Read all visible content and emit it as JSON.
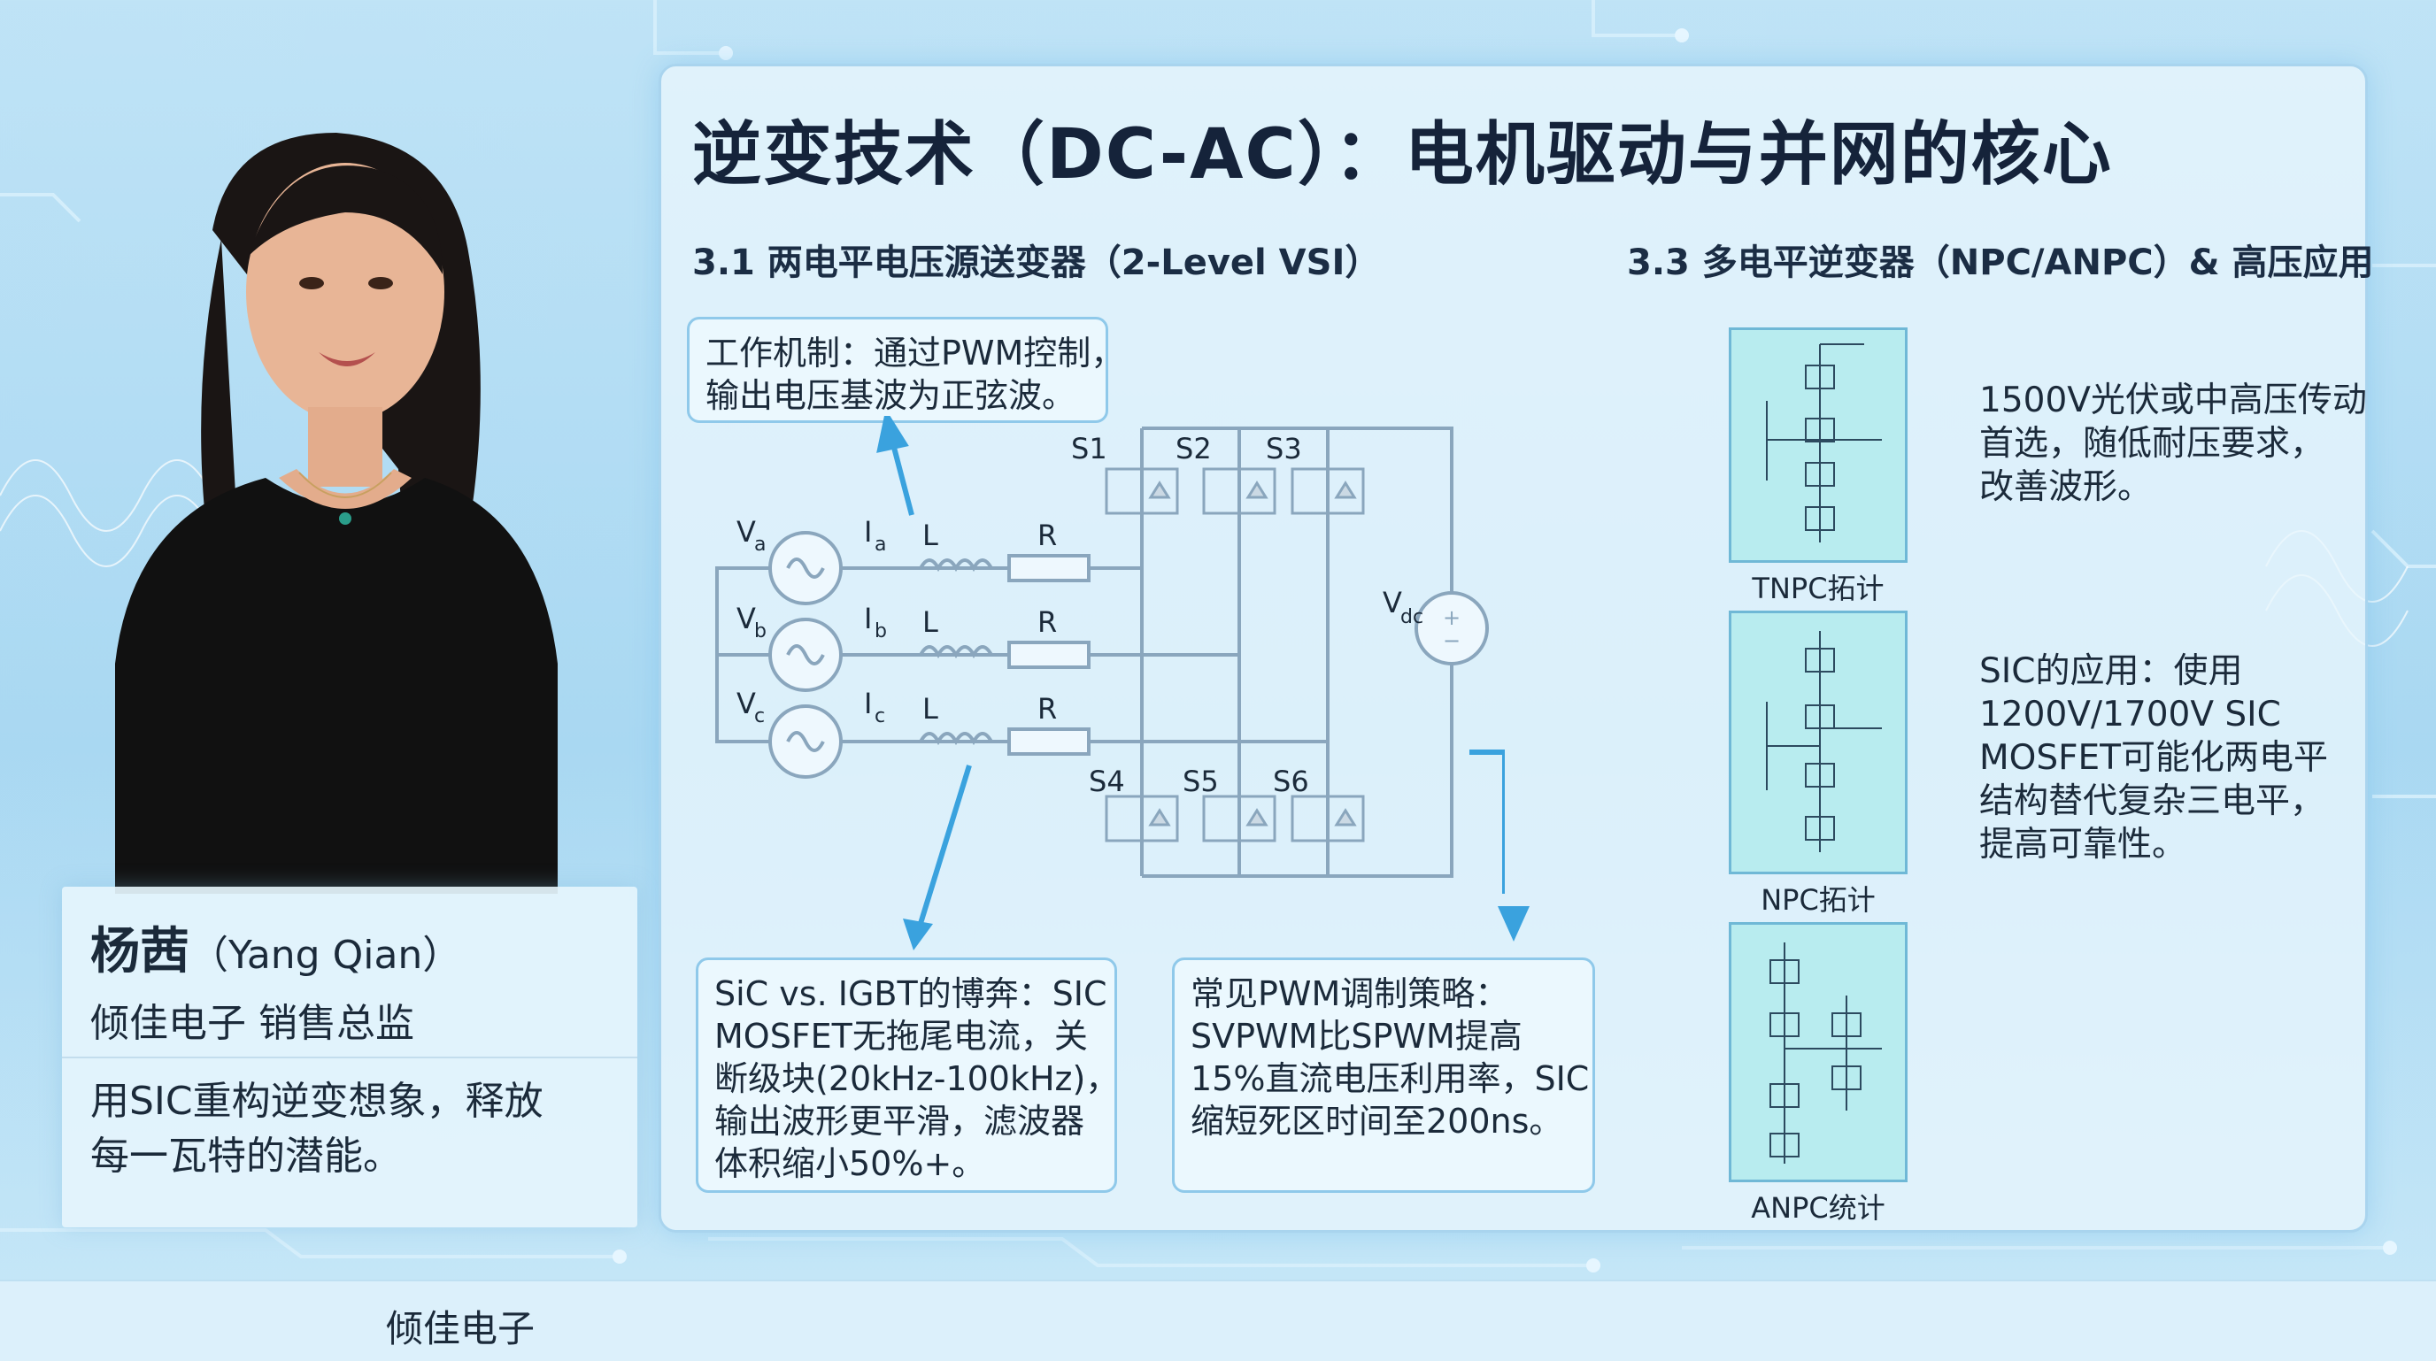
{
  "slide": {
    "title": "逆变技术（DC-AC）：电机驱动与并网的核心"
  },
  "left_section": {
    "heading": "3.1 两电平电压源送变器（2-Level VSI）",
    "callout_mechanism": {
      "line1": "工作机制：通过PWM控制，",
      "line2": "输出电压基波为正弦波。"
    },
    "callout_sic": {
      "line1": "SiC vs. IGBT的博奔：SIC",
      "line2": "MOSFET无拖尾电流，关",
      "line3": "断级块(20kHz-100kHz)，",
      "line4": "输出波形更平滑，滤波器",
      "line5": "体积缩小50%+。"
    },
    "callout_pwm": {
      "line1": "常见PWM调制策略：",
      "line2": "SVPWM比SPWM提高",
      "line3": "15%直流电压利用率，SIC",
      "line4": "缩短死区时间至200ns。"
    },
    "circuit_labels": {
      "s1": "S1",
      "s2": "S2",
      "s3": "S3",
      "s4": "S4",
      "s5": "S5",
      "s6": "S6",
      "va": "V",
      "va_sub": "a",
      "vb": "V",
      "vb_sub": "b",
      "vc": "V",
      "vc_sub": "c",
      "ia": "I",
      "ia_sub": "a",
      "ib": "I",
      "ib_sub": "b",
      "ic": "I",
      "ic_sub": "c",
      "l": "L",
      "r": "R",
      "vdc": "V",
      "vdc_sub": "dc"
    }
  },
  "right_section": {
    "heading": "3.3 多电平逆变器（NPC/ANPC）& 高压应用",
    "topologies": [
      {
        "label": "TNPC拓计"
      },
      {
        "label": "NPC拓计"
      },
      {
        "label": "ANPC统计"
      }
    ],
    "desc1": {
      "line1": "1500V光伏或中高压传动",
      "line2": "首选，随低耐压要求，",
      "line3": "改善波形。"
    },
    "desc2": {
      "line1": "SIC的应用：使用",
      "line2": "1200V/1700V SIC",
      "line3": "MOSFET可能化两电平",
      "line4": "结构替代复杂三电平，",
      "line5": "提高可靠性。"
    }
  },
  "presenter": {
    "name_cn": "杨茜",
    "name_en": "（Yang Qian）",
    "role": "倾佳电子 销售总监",
    "slogan_line1": "用SIC重构逆变想象，释放",
    "slogan_line2": "每一瓦特的潜能。"
  },
  "footer": {
    "brand": "倾佳电子"
  },
  "colors": {
    "accent_blue": "#2e9bd6",
    "circuit_line": "#8aa6bd",
    "topology_fill": "#b8ecef"
  }
}
